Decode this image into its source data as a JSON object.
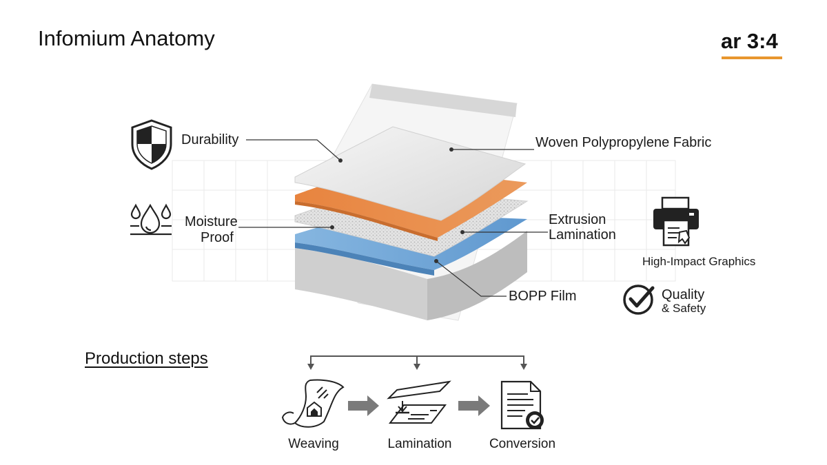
{
  "header": {
    "title": "Infomium Anatomy",
    "ratio_label": "ar 3:4",
    "accent_color": "#e8962e"
  },
  "layers": [
    {
      "name": "top-sheet",
      "color": "#e6e6e6"
    },
    {
      "name": "woven-fabric",
      "color": "#eeeeee"
    },
    {
      "name": "orange-layer",
      "color": "#e88a45"
    },
    {
      "name": "extrusion-lamination",
      "color": "#dddddd"
    },
    {
      "name": "bopp-film",
      "color": "#6fa5d6"
    },
    {
      "name": "base",
      "color": "#d4d4d4"
    }
  ],
  "callouts": {
    "woven": "Woven Polypropylene Fabric",
    "extrusion_line1": "Extrusion",
    "extrusion_line2": "Lamination",
    "bopp": "BOPP Film"
  },
  "features": {
    "durability": "Durability",
    "moisture_line1": "Moisture",
    "moisture_line2": "Proof",
    "graphics": "High-Impact Graphics",
    "quality_line1": "Quality",
    "quality_line2": "& Safety"
  },
  "icons": [
    "shield-icon",
    "water-drops-icon",
    "printer-icon",
    "checkmark-circle-icon",
    "weaving-icon",
    "lamination-icon",
    "conversion-document-icon"
  ],
  "production": {
    "heading": "Production steps",
    "steps": [
      "Weaving",
      "Lamination",
      "Conversion"
    ]
  }
}
